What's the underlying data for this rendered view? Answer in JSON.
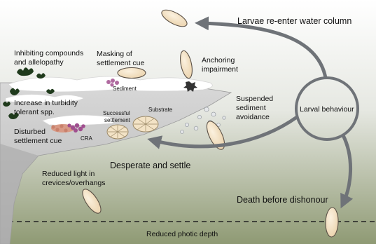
{
  "labels": {
    "larvae_reenter": "Larvae re-enter water column",
    "inhibiting_1": "Inhibiting compounds",
    "inhibiting_2": "and allelopathy",
    "masking_1": "Masking of",
    "masking_2": "settlement cue",
    "anchoring_1": "Anchoring",
    "anchoring_2": "impairment",
    "sediment": "Sediment",
    "suspended_1": "Suspended",
    "suspended_2": "sediment",
    "suspended_3": "avoidance",
    "turbidity_1": "Increase in turbidity",
    "turbidity_2": "tolerant spp.",
    "successful_1": "Successful",
    "successful_2": "settlement",
    "substrate": "Substrate",
    "larval_behaviour": "Larval behaviour",
    "disturbed_1": "Disturbed",
    "disturbed_2": "settlement cue",
    "cra": "CRA",
    "desperate": "Desperate and settle",
    "reduced_light_1": "Reduced light in",
    "reduced_light_2": "crevices/overhangs",
    "death": "Death before dishonour",
    "photic": "Reduced photic depth"
  },
  "colors": {
    "water_top": "#ffffff",
    "water_bottom": "#8f9a74",
    "reef": "#c6c6c6",
    "arrow": "#6f7378",
    "larva": "#f2dfc0",
    "cra": "#b06aa0",
    "algae": "#1f3a1c"
  }
}
